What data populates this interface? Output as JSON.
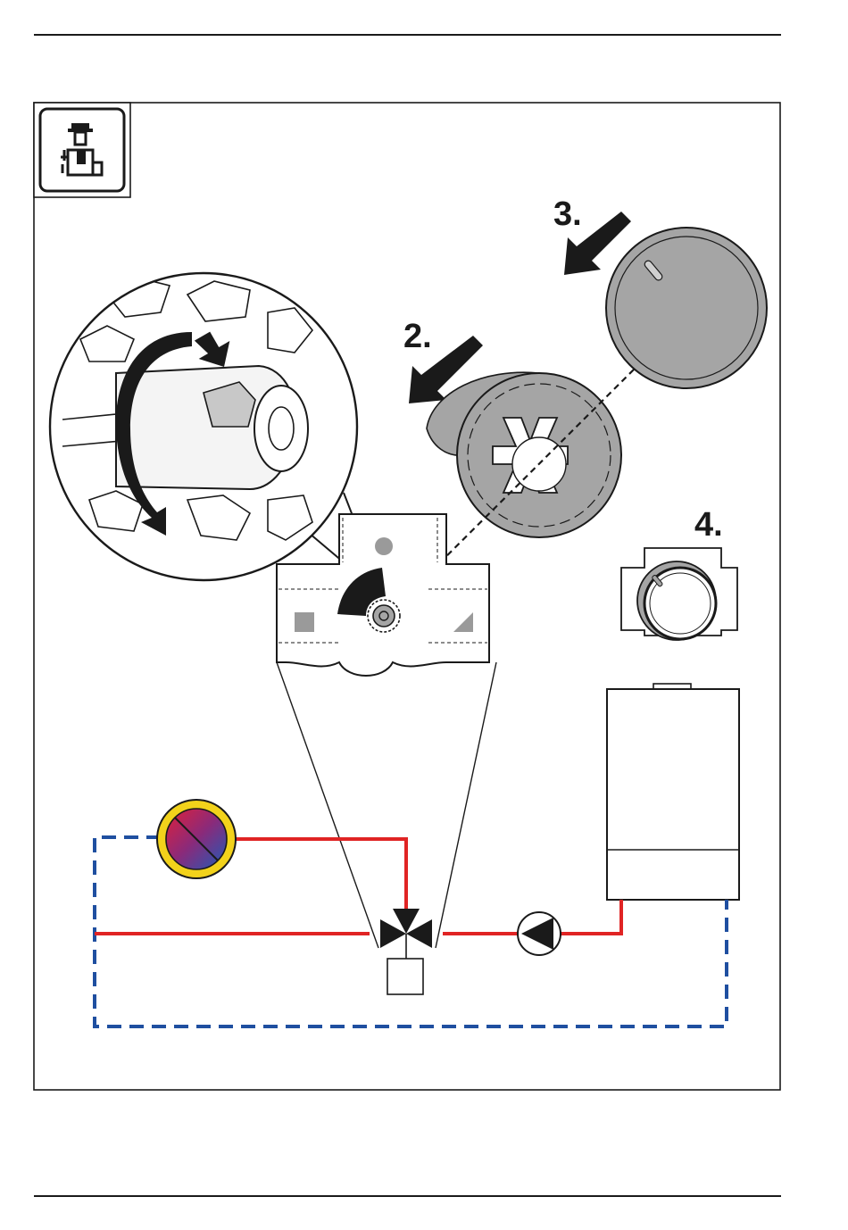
{
  "steps": {
    "step2": "2.",
    "step3": "3.",
    "step4": "4."
  },
  "icons": {
    "badge": "installer-technician-icon"
  },
  "colors": {
    "flow_pipe": "#e02424",
    "return_pipe": "#1f4fa0",
    "knob_grey": "#9a9a9a",
    "outline": "#1a1a1a",
    "sensor_ring": "#f2d21b"
  }
}
